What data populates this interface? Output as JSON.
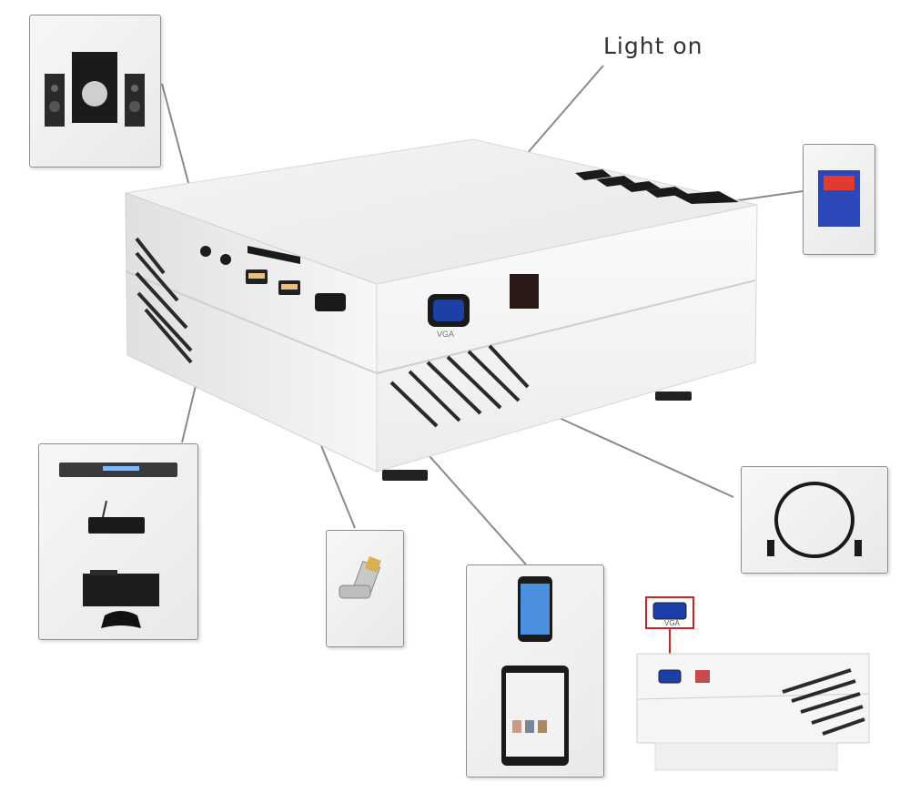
{
  "callout": {
    "light_on": "Light on"
  },
  "panel_ports": {
    "vga": "VGA"
  },
  "inset": {
    "vga": "VGA"
  },
  "colors": {
    "vga_blue": "#1d3fa8",
    "sd_red": "#e23a2f",
    "sd_blue": "#2b47b8",
    "line": "#8a8a8a",
    "inset_red": "#d42020"
  }
}
